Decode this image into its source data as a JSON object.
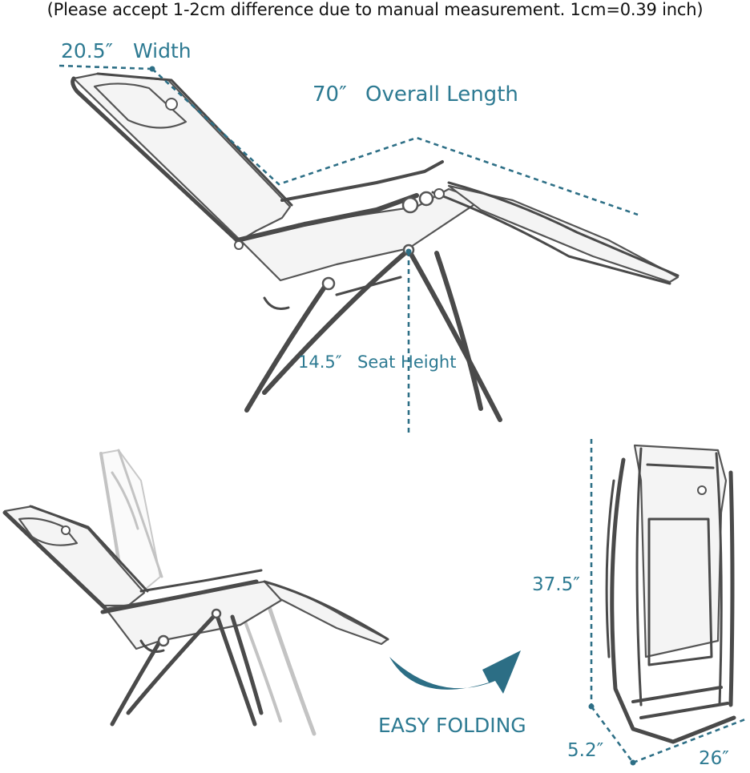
{
  "note": "(Please accept 1-2cm difference due to manual measurement.   1cm=0.39 inch)",
  "dimensions": {
    "width_value": "20.5″",
    "width_label": "Width",
    "length_value": "70″",
    "length_label": "Overall Length",
    "seat_value": "14.5″",
    "seat_label": "Seat Height",
    "folded_height": "37.5″",
    "folded_depth": "5.2″",
    "folded_width": "26″"
  },
  "folding_label": "EASY FOLDING",
  "colors": {
    "accent": "#2d7a92",
    "dimension_line": "#2d6f86",
    "frame": "#4a4a4a"
  }
}
